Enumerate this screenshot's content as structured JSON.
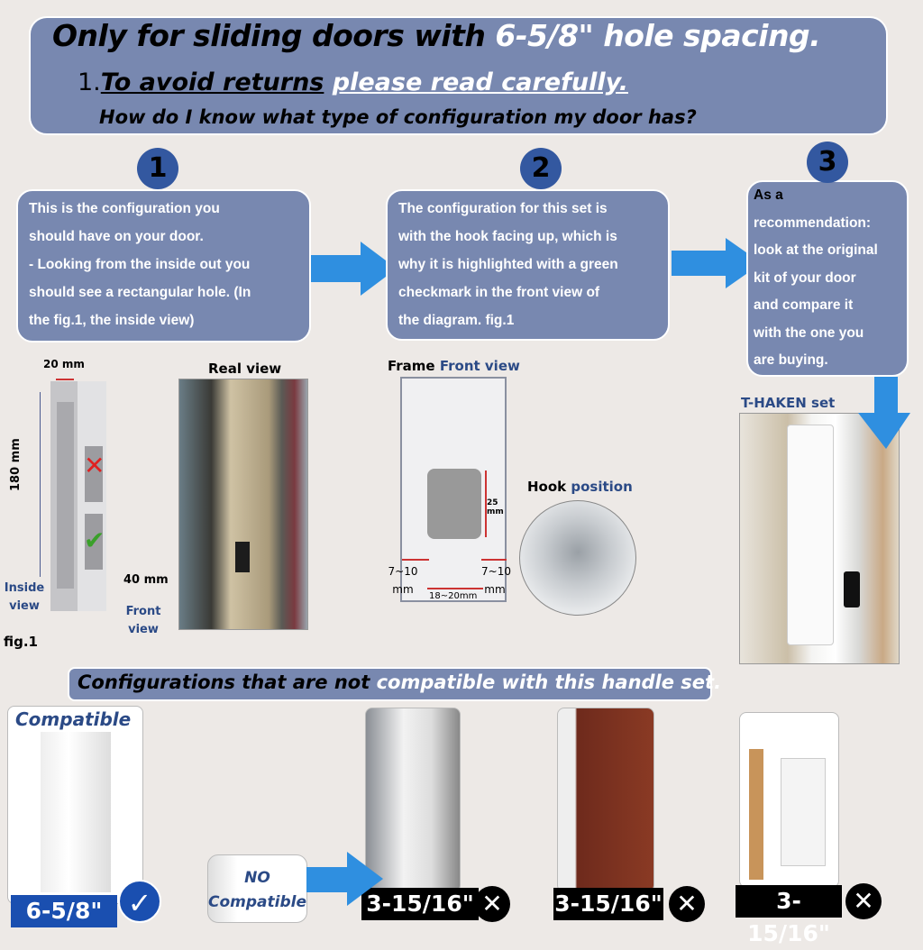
{
  "header": {
    "title_a": "Only for sliding doors with ",
    "title_b": "6-5/8\" hole spacing.",
    "line2_num": "1.",
    "line2_a": "To avoid returns",
    "line2_b": "please read carefully.",
    "question": "How do I know what type of configuration my door has?"
  },
  "steps": [
    {
      "num": "1",
      "lines": [
        "This is the configuration you",
        "should have on your door.",
        "- Looking from the inside out you",
        "should see a rectangular hole. (In",
        "the fig.1, the inside view)"
      ]
    },
    {
      "num": "2",
      "lines": [
        "The configuration for this set is",
        "with the hook facing up, which is",
        "why it is highlighted with a green",
        "checkmark in the front view of",
        "the diagram. fig.1"
      ]
    },
    {
      "num": "3",
      "lines": [
        "As a",
        "recommendation:",
        "look at the original",
        "kit of your door",
        "and compare it",
        "with the one you",
        "are buying."
      ]
    }
  ],
  "fig1": {
    "width": "20 mm",
    "height": "180 mm",
    "bottom": "40 mm",
    "inside_view": "Inside view",
    "front_view": "Front view",
    "caption": "fig.1",
    "real_view": "Real view"
  },
  "frame": {
    "title_a": "Frame ",
    "title_b": "Front view",
    "hole_height": "25 mm",
    "left_margin": "7~10 mm",
    "right_margin": "7~10 mm",
    "hole_width": "18~20mm",
    "hook_a": "Hook ",
    "hook_b": "position"
  },
  "theaken": {
    "label": "T-HAKEN  set"
  },
  "bottom": {
    "banner_a": "Configurations that are not ",
    "banner_b": "compatible with this handle set.",
    "compatible": "Compatible",
    "compatible_size": "6-5/8\"",
    "no_compatible_a": "NO",
    "no_compatible_b": "Compatible",
    "incompatible": [
      {
        "size": "3-15/16\""
      },
      {
        "size": "3-15/16\""
      },
      {
        "size": "3-15/16\""
      }
    ]
  },
  "colors": {
    "panel": "#7888b0",
    "accent": "#3358a0",
    "background": "#ede9e6"
  }
}
